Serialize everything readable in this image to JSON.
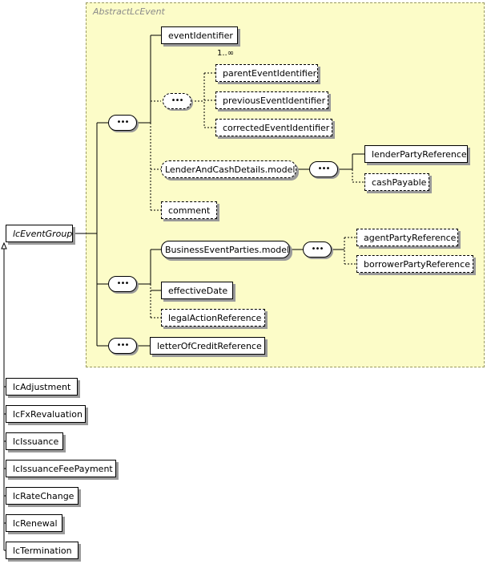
{
  "abstract_type": {
    "title": "AbstractLcEvent"
  },
  "root": {
    "label": "lcEventGroup"
  },
  "elements": {
    "event_identifier": "eventIdentifier",
    "event_identifier_cardinality": "1..∞",
    "parent_event_identifier": "parentEventIdentifier",
    "previous_event_identifier": "previousEventIdentifier",
    "corrected_event_identifier": "correctedEventIdentifier",
    "lender_cash_model": "LenderAndCashDetails.model",
    "lender_party_reference": "lenderPartyReference",
    "cash_payable": "cashPayable",
    "comment": "comment",
    "business_parties_model": "BusinessEventParties.model",
    "agent_party_reference": "agentPartyReference",
    "borrower_party_reference": "borrowerPartyReference",
    "effective_date": "effectiveDate",
    "legal_action_reference": "legalActionReference",
    "letter_of_credit_reference": "letterOfCreditReference"
  },
  "subtypes": [
    "lcAdjustment",
    "lcFxRevaluation",
    "lcIssuance",
    "lcIssuanceFeePayment",
    "lcRateChange",
    "lcRenewal",
    "lcTermination"
  ],
  "sequence_glyph": "•••",
  "colors": {
    "panel": "#fcfcc8",
    "border": "#000000",
    "shadow": "#9a9a9a"
  }
}
